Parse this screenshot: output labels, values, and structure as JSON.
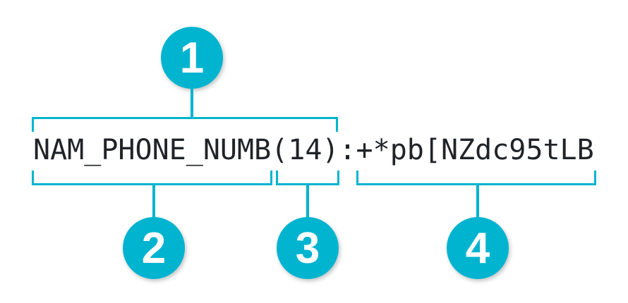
{
  "diagram": {
    "code_string": {
      "full_text": "NAM_PHONE_NUMB(14):+*pb[NZdc95tLB",
      "segments": {
        "field_name": "NAM_PHONE_NUMB",
        "field_length": "(14)",
        "separator": ":",
        "field_value": "+*pb[NZdc95tLB",
        "field_name_and_length": "NAM_PHONE_NUMB(14)"
      }
    },
    "callouts": [
      {
        "number": "1",
        "covers": "field_name_and_length"
      },
      {
        "number": "2",
        "covers": "field_name"
      },
      {
        "number": "3",
        "covers": "field_length"
      },
      {
        "number": "4",
        "covers": "field_value"
      }
    ],
    "colors": {
      "accent": "#00b4d0",
      "text": "#202328",
      "background": "#ffffff",
      "callout_text": "#ffffff"
    }
  }
}
